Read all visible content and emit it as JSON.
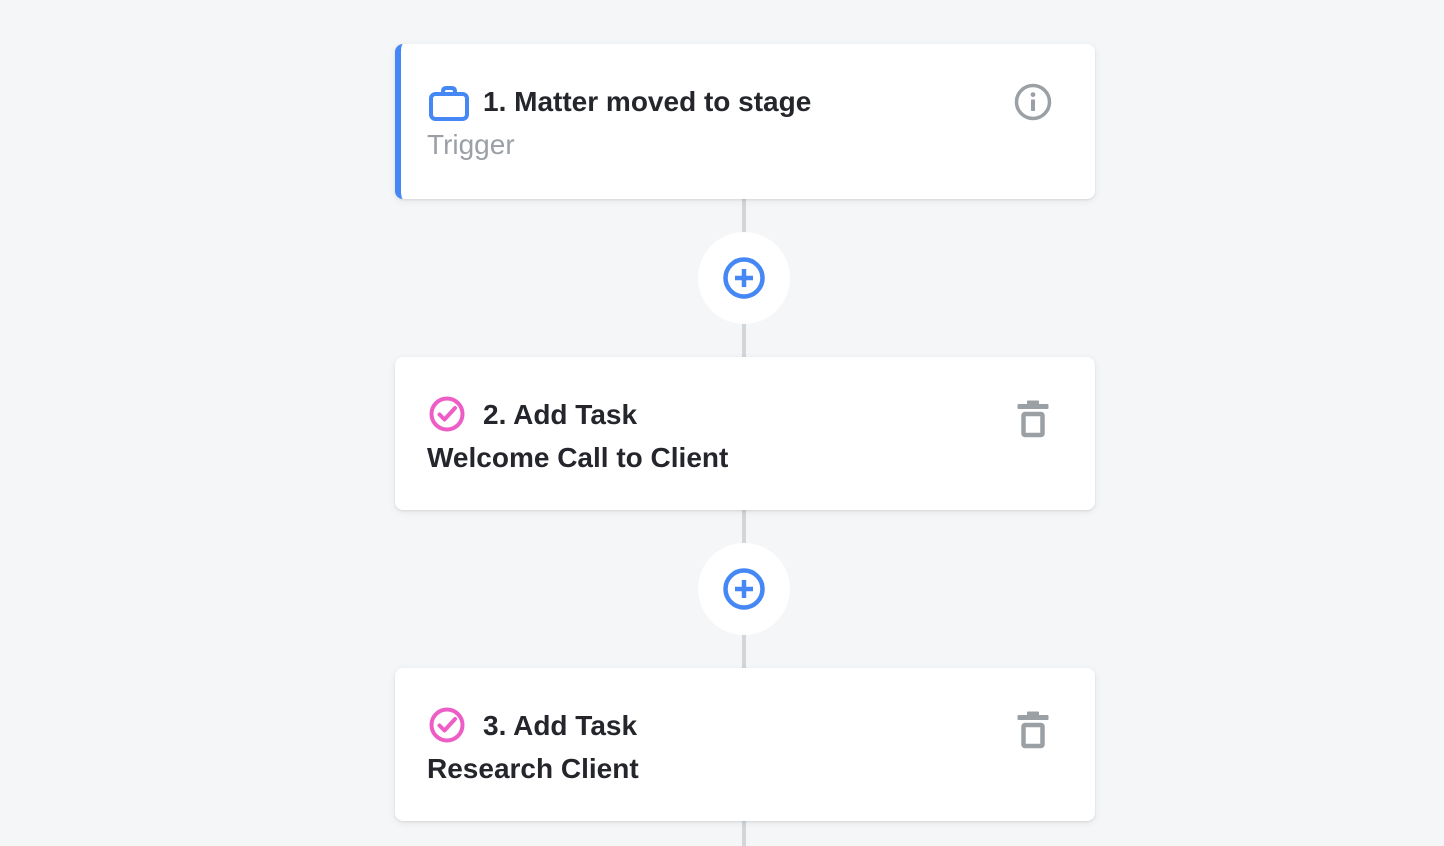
{
  "theme": {
    "background": "#f5f6f8",
    "card_background": "#ffffff",
    "accent_blue": "#4587f5",
    "accent_pink": "#ec5dc6",
    "icon_gray": "#9ba0a5",
    "connector_gray": "#d3d5d8",
    "title_color": "#24262b",
    "muted_text": "#9aa0a6"
  },
  "workflow": {
    "steps": [
      {
        "title": "1. Matter moved to stage",
        "subtitle": "Trigger",
        "kind": "trigger",
        "leading_icon": "briefcase-icon",
        "trailing_icon": "info-icon"
      },
      {
        "title": "2. Add Task",
        "subtitle": "Welcome Call to Client",
        "kind": "action",
        "leading_icon": "check-circle-icon",
        "trailing_icon": "trash-icon"
      },
      {
        "title": "3. Add Task",
        "subtitle": "Research Client",
        "kind": "action",
        "leading_icon": "check-circle-icon",
        "trailing_icon": "trash-icon"
      }
    ],
    "add_step_button": {
      "icon": "plus-circle-icon"
    }
  }
}
